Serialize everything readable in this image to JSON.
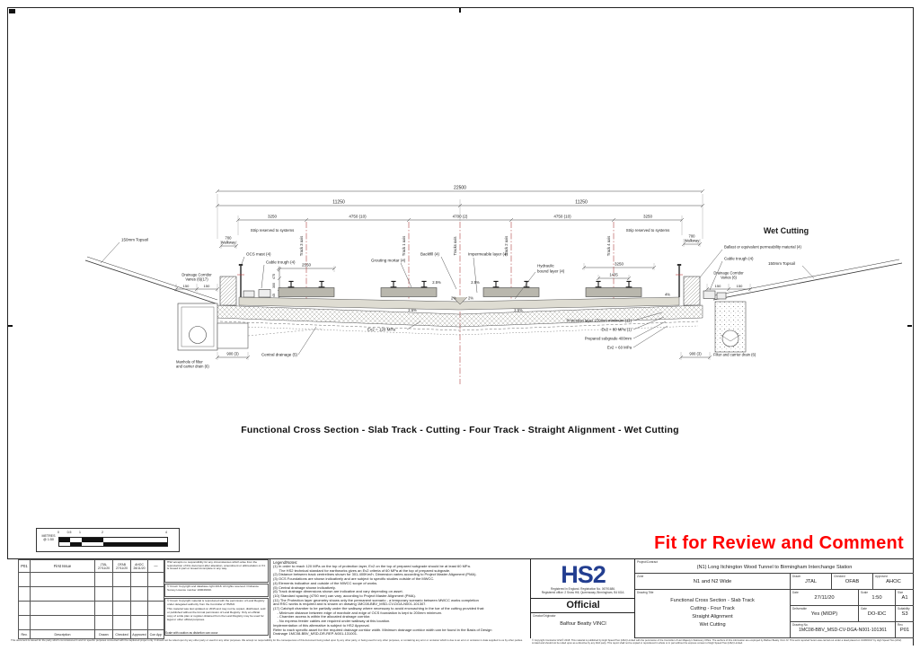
{
  "colors": {
    "stamp_red": "#ff0000",
    "hs2_blue": "#233e90",
    "axis_red": "#b04545"
  },
  "stamp": "Fit for Review and Comment",
  "caption": "Functional Cross Section - Slab Track - Cutting - Four Track - Straight Alignment - Wet Cutting",
  "drawing": {
    "section_heading": "Wet Cutting",
    "dims": {
      "overall": "22500",
      "half": "11250",
      "strip": "3250",
      "sp_outer": "4750 (10)",
      "sp_center": "4700 (2)",
      "walkway": "700",
      "walkway_word": "Walkway",
      "slab2550": "2550",
      "gauge": "1435",
      "off3250": "3250",
      "v475": "475",
      "v300": "300",
      "v45": "45",
      "d150": "150",
      "d900": "900 (3)"
    },
    "axes": {
      "t3": "Track 3 axis",
      "t1": "Track 1 axis",
      "c": "Tracks axis",
      "t2": "Track 2 axis",
      "t4": "Track 4 axis"
    },
    "labels": {
      "strip_reserved": "Strip reserved to systems",
      "topsoil": "150mm Topsoil",
      "corridor_1": "Drainage Corridor",
      "corridor_l2": "Varies (6)(17)",
      "corridor_r2": "Varies (6)",
      "ocs_mast": "OCS mast (4)",
      "cable_trough": "Cable trough (4)",
      "grouting": "Grouting mortar (4)",
      "backfill": "Backfill (4)",
      "impermeable": "Impermeable layer (4)",
      "hydraulic_1": "Hydraulic",
      "hydraulic_2": "bound layer (4)",
      "ballast": "Ballast or equivalent permeability material (4)",
      "manhole_1": "Manhole of filter",
      "manhole_2": "and carrier drain (6)",
      "central_drainage": "Central drainage (5)",
      "ev2_120": "Ev2 = 120 MPa",
      "protection": "Protection layer 220mm minimum (11)",
      "ev2_80": "Ev2 = 80 MPa (1)",
      "prepared": "Prepared subgrade 400mm",
      "ev2_60": "Ev2 = 60 MPa",
      "filter_drain": "Filter and carrier drain (6)",
      "slope_25": "2.5%",
      "slope_2": "2%",
      "slope_4": "4%"
    }
  },
  "scale_bar": {
    "unit_line1": "METRES",
    "unit_line2": "@ 1:50",
    "ticks": [
      "0",
      "0.5",
      "1",
      "2",
      "4"
    ]
  },
  "legend": {
    "title": "Legend/Notes:",
    "lines": [
      "(1) In order to reach 120 MPa on the top of protection layer, Ev2 on the top of prepared subgrade should be at least 60 MPa.",
      "      The HS2 technical standard for earthworks gives an Ev2 criteria of 60 MPa at the top of prepared subgrade.",
      "(2) Distance between track centrelines shown for 301-400Km/h. Dimension varies according to Project Master Alignment (PMA).",
      "(3) OCS Foundations are shown indicatively and are subject to specific studies outside of the MWCC.",
      "(4) Elements indicative and outside of the MWCC scope of works.",
      "(5) Central drainage shown indicatively.",
      "(6) Track drainage dimensions shown are indicative and vary depending on asset.",
      "(10) Standard spacing (4750 mm) can vary, according to Project Master Alignment (PMA).",
      "(11) The Protection layer geometry shows only the permanent scenario - a temporary scenario between MWCC works completion",
      "and RSC works is required and is shown on drawing 1MC08-BBV_MSD-CV-DGA-N001-101307.",
      "(17) Catchpit chamber to be partially under the walkway where necessary to avoid encroaching in the toe of the cutting provided that:",
      "    - Minimum distance between edge of manhole and edge of OCS foundation is kept to 200mm minimum.",
      "    - Chamber access is within the allocated drainage corridor.",
      "    - No express feeder cables are required under walkway at this location.",
      "Implementation of this alternative is subject to HS2 Approval.",
      "Refer to each specific asset for the required drainage corridor width. Minimum drainage corridor width can be found in the Basis of Design",
      "Drainage 1MC08-BBV_MSD-DR-REP-N001-131001."
    ]
  },
  "revisions": {
    "headers": {
      "rev": "Rev.",
      "description": "Description",
      "drawn": "Drawn",
      "checked": "Checked",
      "approved": "Approved",
      "con_app": "Con App"
    },
    "row": {
      "rev": "P01",
      "description": "First Issue",
      "drawn_name": "JTAL",
      "drawn_date": "27/11/20",
      "checked_name": "OFAB",
      "checked_date": "27/11/20",
      "approved_name": "AHOC",
      "approved_date": "26/11/20",
      "con_app": "—"
    },
    "note": "Scale with caution as distortion can occur"
  },
  "copyright_notes": {
    "n1": "HS2 accepts no responsibility for any circumstances which arise from the reproduction of this document after alteration, amendment or abbreviation or if it is issued in part or issued incomplete in any way.",
    "n2": "© Crown Copyright and database right 2018. All rights reserved. Ordnance Survey Licence number 100049190.",
    "n3": "© Crown Copyright material is reproduced with the permission of Land Registry under delegated authority from the Controller of HMSO.",
    "n4": "This material was last updated on 2015 and may not be copied, distributed, sold or published without the formal permission of Land Registry. Only an official copy of a title plan or register obtained from the Land Registry may be used for legal or other official purposes."
  },
  "footer_disclaimer": "This document is issued for the party which commissioned it and for specific purposes connected with the captioned project only. It should not be relied upon by any other party or used for any other purposes. We accept no responsibility for the consequences of this document being relied upon by any other party, or being used for any other purposes, or containing any error or omission which is due to an error or omission in data supplied to us by other parties.",
  "hs2": {
    "logo": "HS2",
    "registration_1": "Registered in England. Registration No. 06791686.",
    "registration_2": "Registered office: 2 Snow Hill, Queensway, Birmingham, B4 6GA.",
    "classification": "Official",
    "creator_label": "Creator/Originator",
    "creator": "Balfour Beatty VINCI",
    "copyright": "© Copyright Contractor HS2© 2018. This material is published by High Speed Two (HS2) Limited with the permission of the Controller of Her Majesty's Stationery Office. The authors of this information are employed by Balfour Beatty Vinci JV. This work reported herein was carried out under a deed placed on 31/08/2017 by High Speed Two (HS2) Limited and should not be relied upon as a directive by any third party. This report shall not be copied or reproduced in whole or in part without the express consent of High Speed Two (HS2) Limited."
  },
  "title_block": {
    "project_label": "Project/Contract",
    "project": "(N1) Long Itchington Wood Tunnel to Birmingham Interchange Station",
    "zone_label": "Zone",
    "zone": "N1 and N2 Wide",
    "drawn_label": "Drawn",
    "drawn": "JTAL",
    "checked_label": "Checked",
    "checked": "OFAB",
    "approved_label": "Approved",
    "approved": "AHOC",
    "title_label": "Drawing Title",
    "title_lines": [
      "Functional Cross Section - Slab Track",
      "Cutting - Four Track",
      "Straight Alignment",
      "Wet Cutting"
    ],
    "date_label": "Date",
    "date": "27/11/20",
    "scale_label": "Scale",
    "scale": "1:50",
    "size_label": "Size",
    "size": "A1",
    "deliverable_label": "Deliverable",
    "deliverable": "Yes (MIDP)",
    "gate_label": "Gate",
    "gate": "DO-IDC",
    "suitability_label": "Suitability",
    "suitability": "S3",
    "drawing_no_label": "Drawing No.",
    "drawing_no": "1MC08-BBV_MSD-CV-DGA-N001-101361",
    "rev_label": "Rev.",
    "rev": "P01"
  }
}
